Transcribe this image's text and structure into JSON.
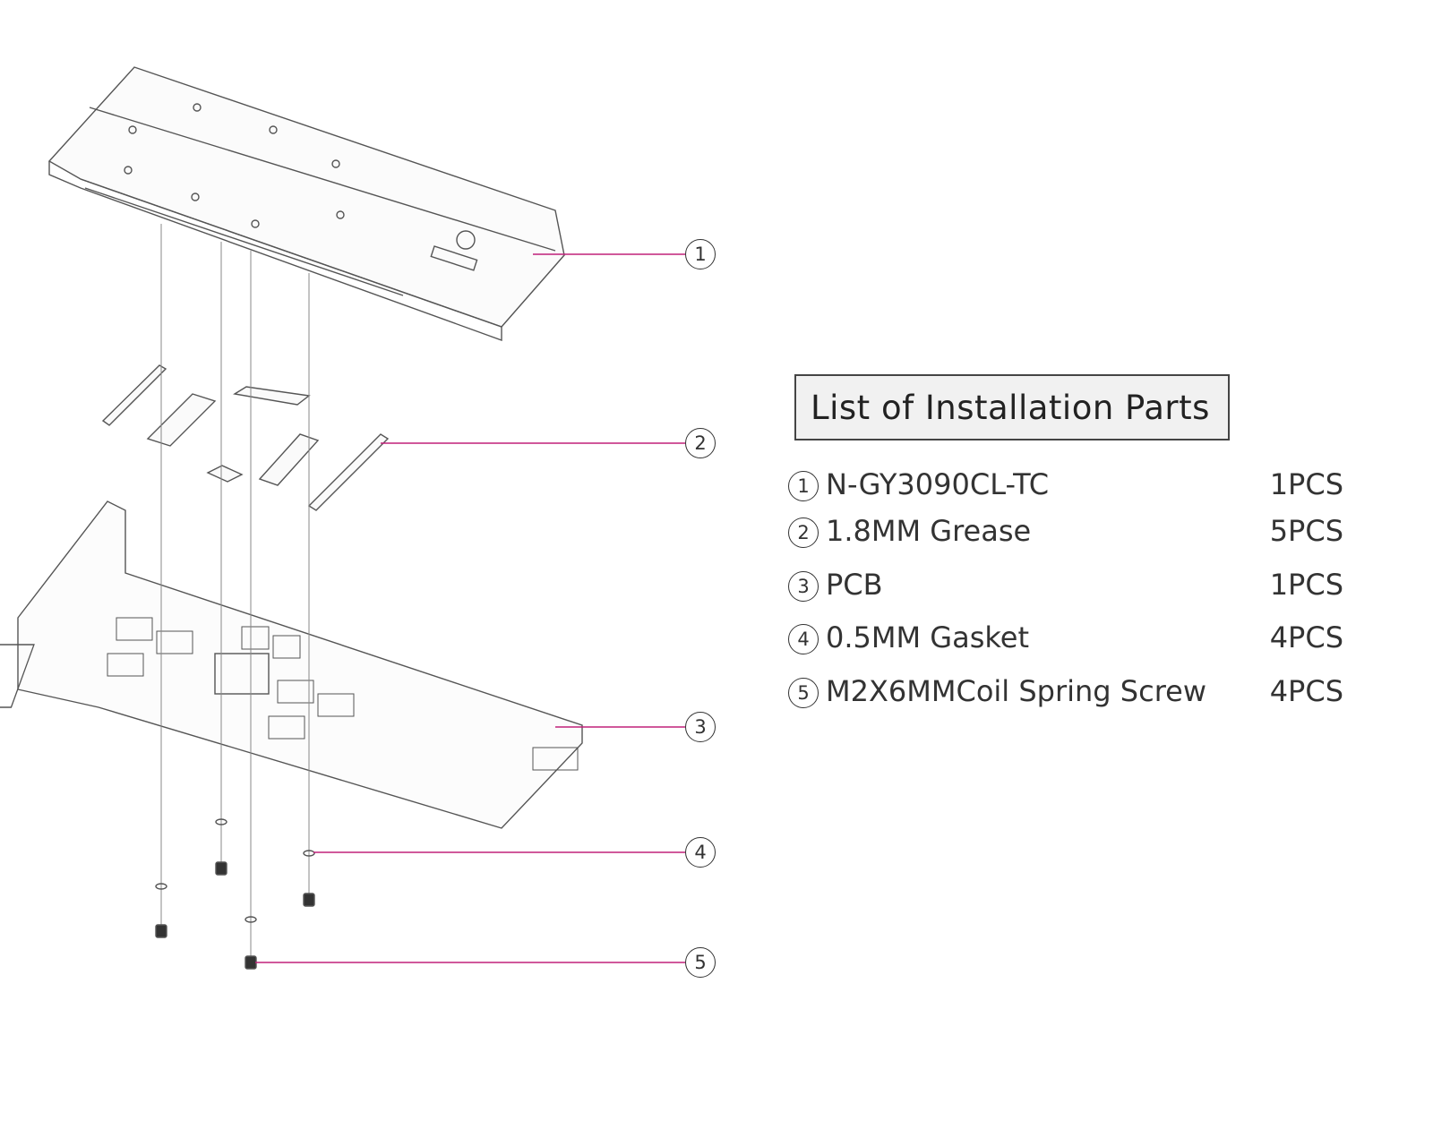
{
  "title": "List of Installation Parts",
  "accent_color": "#c0207a",
  "callouts": [
    "1",
    "2",
    "3",
    "4",
    "5"
  ],
  "parts": [
    {
      "num": "1",
      "name": "N-GY3090CL-TC",
      "qty": "1PCS"
    },
    {
      "num": "2",
      "name": "1.8MM Grease",
      "qty": "5PCS"
    },
    {
      "num": "3",
      "name": "PCB",
      "qty": "1PCS"
    },
    {
      "num": "4",
      "name": "0.5MM Gasket",
      "qty": "4PCS"
    },
    {
      "num": "5",
      "name": "M2X6MMCoil Spring Screw",
      "qty": "4PCS"
    }
  ]
}
